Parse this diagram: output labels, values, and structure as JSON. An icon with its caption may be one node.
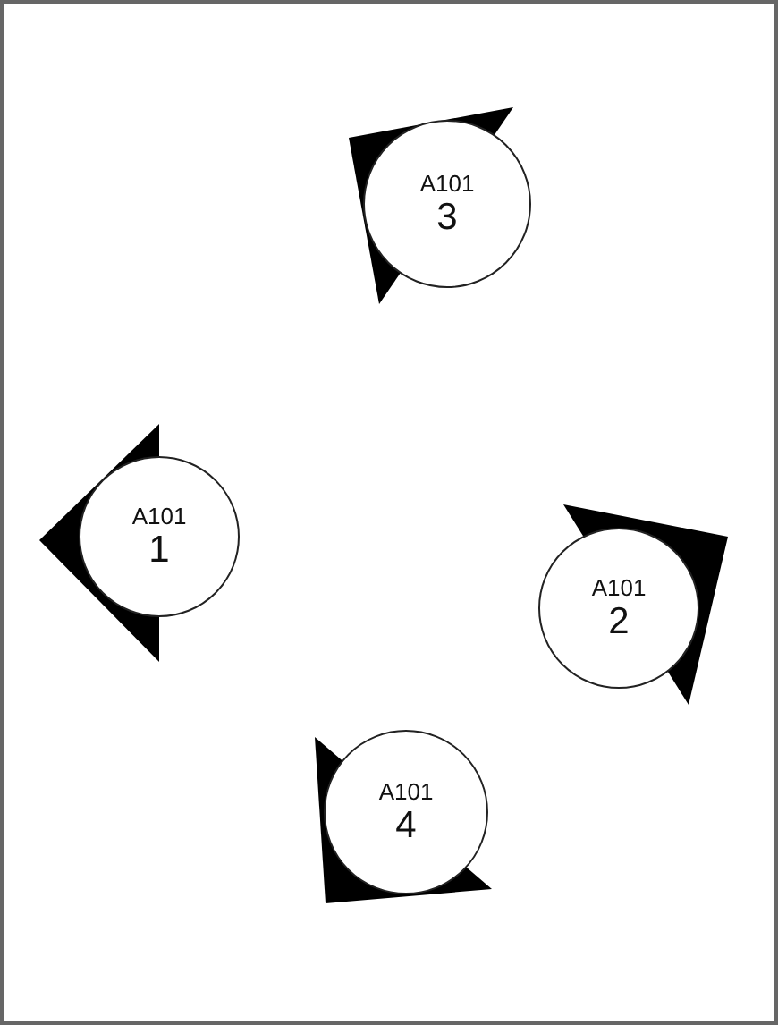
{
  "diagram": {
    "nodes": [
      {
        "text": [
          "A101",
          "3"
        ]
      },
      {
        "text": [
          "A101",
          "1"
        ]
      },
      {
        "text": [
          "A101",
          "2"
        ]
      },
      {
        "text": [
          "A101",
          "4"
        ]
      }
    ]
  }
}
